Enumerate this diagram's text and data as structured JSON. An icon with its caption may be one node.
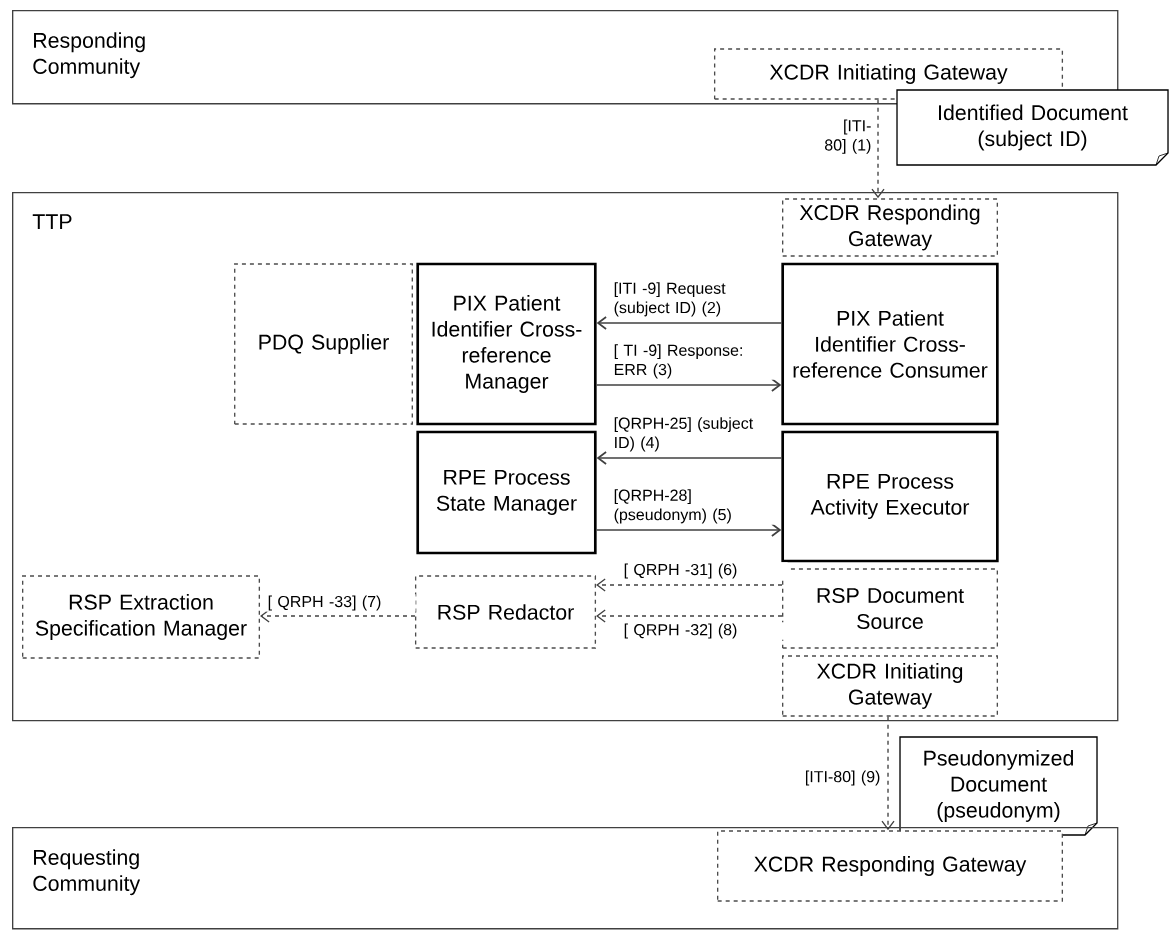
{
  "diagram": {
    "nodes": [
      {
        "text": [
          "Responding Community"
        ]
      },
      {
        "text": [
          "XCDR Initiating Gateway"
        ],
        "in": 0
      },
      {
        "text": [
          "Identified Document (subject ID)"
        ]
      },
      {
        "text": [
          "TTP"
        ]
      },
      {
        "text": [
          "XCDR Responding Gateway"
        ],
        "in": 3
      },
      {
        "text": [
          "PDQ Supplier"
        ],
        "in": 3
      },
      {
        "text": [
          "PIX Patient Identifier Cross-reference Manager"
        ],
        "in": 3
      },
      {
        "text": [
          "PIX Patient Identifier Cross-reference Consumer"
        ],
        "in": 3
      },
      {
        "text": [
          "RPE Process State Manager"
        ],
        "in": 3
      },
      {
        "text": [
          "RPE Process Activity Executor"
        ],
        "in": 3
      },
      {
        "text": [
          "RSP Extraction Specification Manager"
        ],
        "in": 3
      },
      {
        "text": [
          "RSP Redactor"
        ],
        "in": 3
      },
      {
        "text": [
          "RSP Document Source"
        ],
        "in": 3
      },
      {
        "text": [
          "XCDR Initiating Gateway"
        ],
        "in": 3
      },
      {
        "text": [
          "Pseudonymized Document (pseudonym)"
        ]
      },
      {
        "text": [
          "Requesting Community"
        ]
      },
      {
        "text": [
          "XCDR Responding Gateway"
        ],
        "in": 15
      }
    ],
    "edges": [
      {
        "from": 1,
        "to": 4,
        "arrow": "to",
        "label": "[ITI-80] (1)",
        "style": "dashed"
      },
      {
        "from": 7,
        "to": 6,
        "arrow": "to",
        "label": "[ITI -9] Request (subject ID) (2)"
      },
      {
        "from": 6,
        "to": 7,
        "arrow": "to",
        "label": "[ TI -9] Response: ERR (3)"
      },
      {
        "from": 9,
        "to": 8,
        "arrow": "to",
        "label": "[QRPH-25] (subject ID) (4)"
      },
      {
        "from": 8,
        "to": 9,
        "arrow": "to",
        "label": "[QRPH-28] (pseudonym) (5)"
      },
      {
        "from": 12,
        "to": 11,
        "arrow": "to",
        "label": "[ QRPH -31] (6)",
        "style": "dashed"
      },
      {
        "from": 11,
        "to": 10,
        "arrow": "to",
        "label": "[ QRPH -33] (7)",
        "style": "dashed"
      },
      {
        "from": 12,
        "to": 11,
        "arrow": "to",
        "label": "[ QRPH -32] (8)",
        "style": "dashed"
      },
      {
        "from": 13,
        "to": 16,
        "arrow": "to",
        "label": "[ITI-80] (9)",
        "style": "dashed"
      }
    ]
  }
}
